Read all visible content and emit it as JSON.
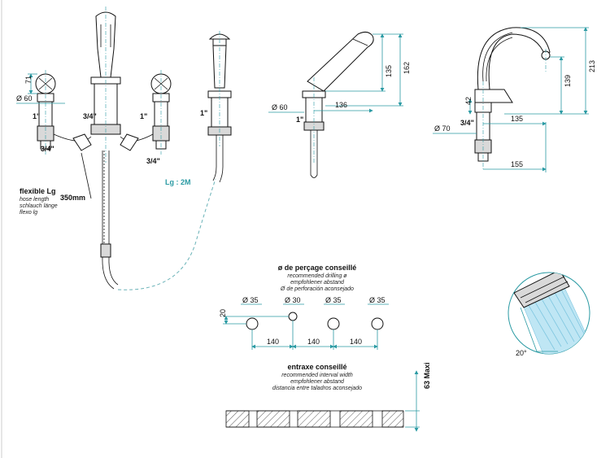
{
  "left_assembly": {
    "dim_71": "71",
    "dim_60": "Ø 60",
    "thread_left": "1\"",
    "thread_right": "1\"",
    "spout_thread": "3/4\"",
    "inlet_left": "3/4\"",
    "inlet_right": "3/4\"",
    "flexible_title": "flexible Lg",
    "flexible_len": "350mm",
    "flexible_notes": [
      "hose length",
      "schlauch länge",
      "flexo lg"
    ]
  },
  "handshower": {
    "thread": "1\"",
    "lg": "Lg : 2M"
  },
  "side_view": {
    "dim_135": "135",
    "dim_162": "162",
    "dim_60": "Ø 60",
    "dim_136": "136",
    "thread": "1\""
  },
  "spout_view": {
    "dim_213": "213",
    "dim_139": "139",
    "dim_42": "42",
    "dim_135": "135",
    "dim_70": "Ø 70",
    "dim_155": "155",
    "thread": "3/4\""
  },
  "drilling": {
    "title": "ø de perçage conseillé",
    "subtitles": [
      "recommended drilling ø",
      "empfohlener abstand",
      "Ø de perforación aconsejado"
    ],
    "diameters": [
      "Ø 35",
      "Ø 30",
      "Ø 35",
      "Ø 35"
    ],
    "height": "20",
    "spacings": [
      "140",
      "140",
      "140"
    ]
  },
  "interval": {
    "title": "entraxe conseillé",
    "subtitles": [
      "recommended interval width",
      "empfohlener abstand",
      "distancia entre taladros aconsejado"
    ],
    "max_thickness": "63 Maxi"
  },
  "aerator": {
    "angle": "20°"
  }
}
